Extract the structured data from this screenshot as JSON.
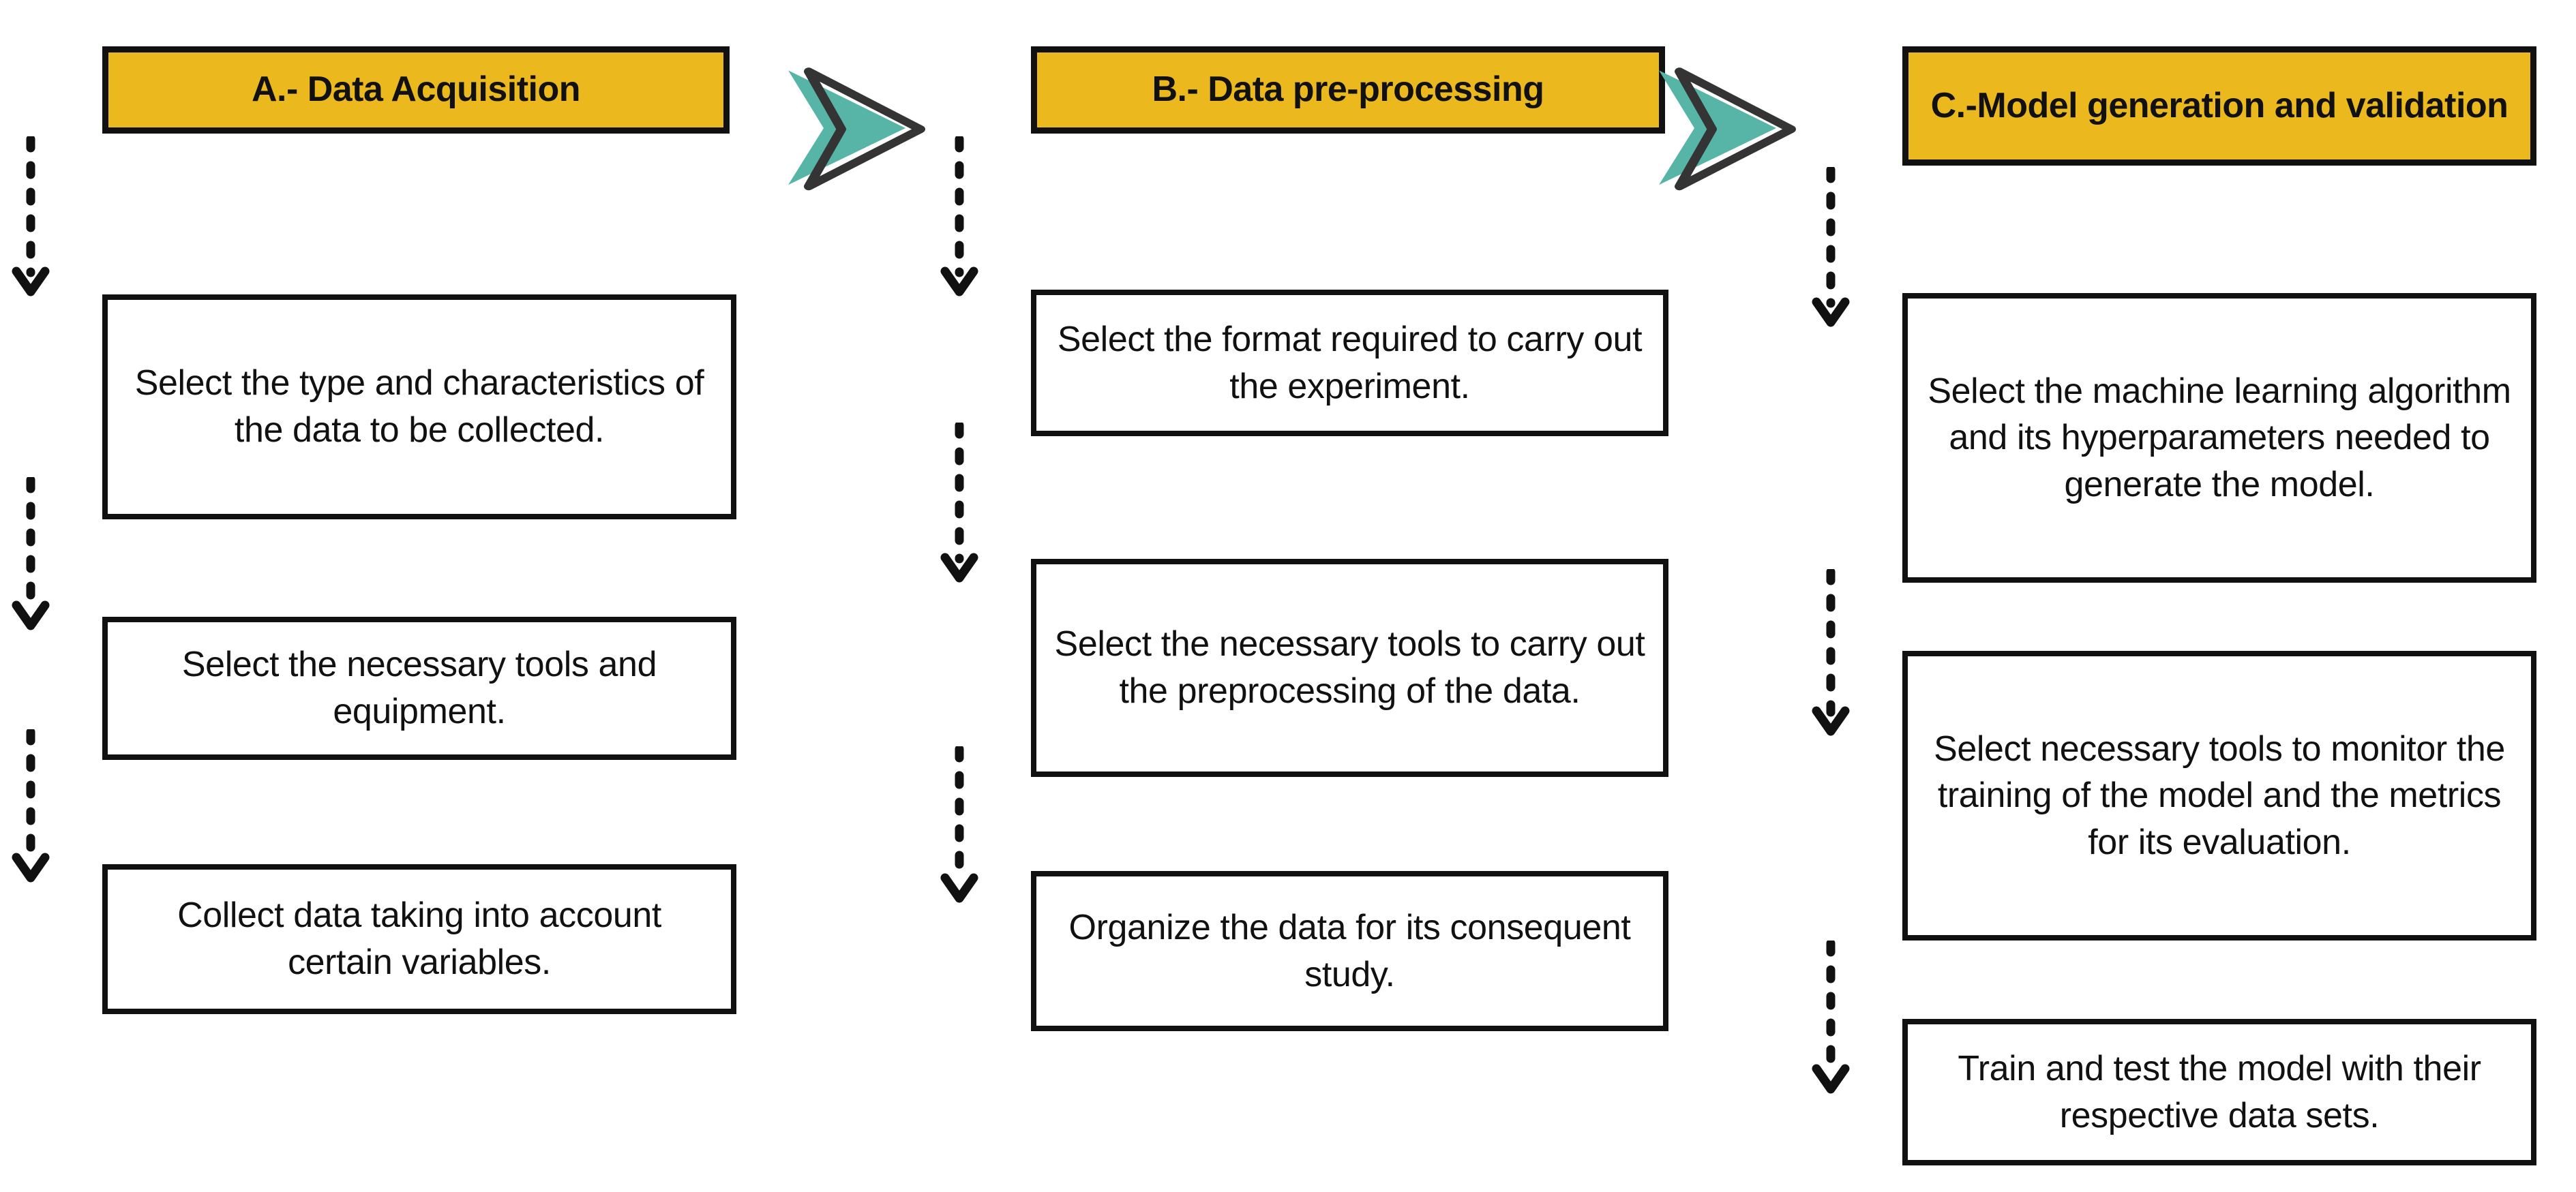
{
  "diagram": {
    "title_colors": {
      "header_fill": "#EBB81D",
      "header_border": "#111111",
      "chevron_fill": "#56B5A6",
      "chevron_outline": "#343434",
      "box_border": "#111111",
      "background": "#FFFFFF",
      "text": "#111111"
    },
    "columns": [
      {
        "id": "A",
        "header": "A.- Data Acquisition",
        "steps": [
          "Select the type and characteristics of the data to be collected.",
          "Select the necessary tools and equipment.",
          "Collect data taking into account certain variables."
        ]
      },
      {
        "id": "B",
        "header": "B.- Data pre-processing",
        "steps": [
          "Select the format required to carry out the experiment.",
          "Select the necessary tools to carry out the preprocessing of the data.",
          "Organize the data for its consequent study."
        ]
      },
      {
        "id": "C",
        "header": "C.-Model generation and validation",
        "steps": [
          "Select the machine learning algorithm and its hyperparameters needed to generate the model.",
          "Select necessary tools to monitor the training of the model and the metrics for its evaluation.",
          "Train and test the model with their respective data sets."
        ]
      }
    ],
    "connectors": {
      "chevron_label": "stage-advance-chevron",
      "arrow_label": "dotted-down-arrow"
    }
  }
}
